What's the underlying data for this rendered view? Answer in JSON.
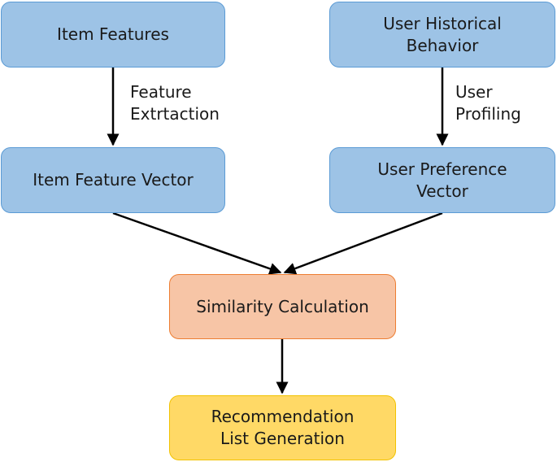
{
  "nodes": {
    "item_features": "Item Features",
    "user_historical_behavior": "User Historical\nBehavior",
    "item_feature_vector": "Item Feature Vector",
    "user_preference_vector": "User Preference\nVector",
    "similarity_calculation": "Similarity Calculation",
    "recommendation_list_generation": "Recommendation\nList Generation"
  },
  "edge_labels": {
    "feature_extraction": "Feature\nExtrtaction",
    "user_profiling": "User\nProfiling"
  },
  "colors": {
    "blue_fill": "#9dc3e6",
    "blue_border": "#5b9bd5",
    "orange_fill": "#f7c5a6",
    "orange_border": "#ed7d31",
    "yellow_fill": "#ffd966",
    "yellow_border": "#f2c200",
    "arrow": "#000000"
  }
}
